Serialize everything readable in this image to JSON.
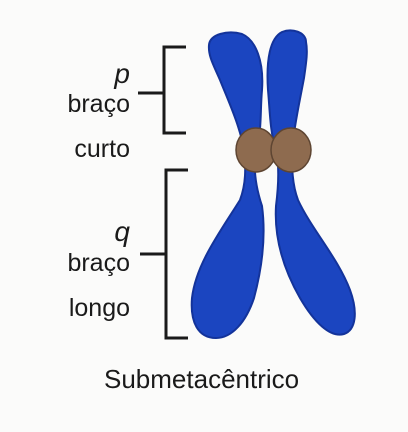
{
  "diagram": {
    "p_arm": {
      "letter": "p",
      "line1": "braço",
      "line2": "curto"
    },
    "q_arm": {
      "letter": "q",
      "line1": "braço",
      "line2": "longo"
    },
    "caption": "Submetacêntrico",
    "colors": {
      "chromatid": "#1b45c0",
      "chromatid_edge": "#13339a",
      "centromere": "#8e6b4f",
      "centromere_edge": "#5e4532",
      "bracket": "#1a1a1a",
      "background": "#fbfbfa"
    }
  }
}
